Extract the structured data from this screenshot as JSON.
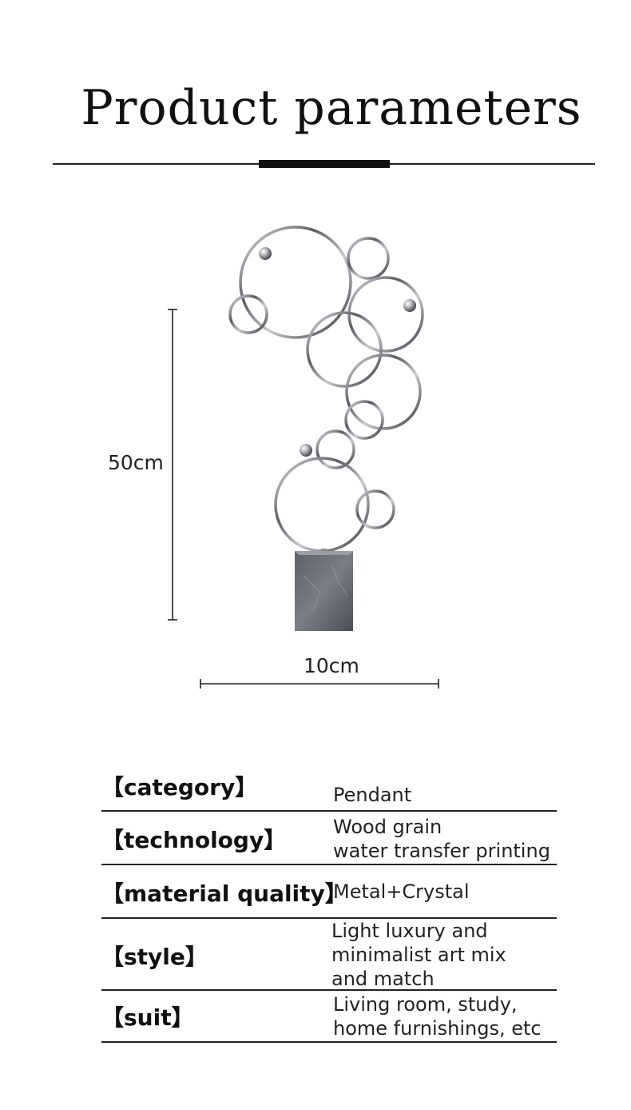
{
  "header": {
    "title": "Product parameters"
  },
  "dimensions": {
    "height": "50cm",
    "width": "10cm"
  },
  "params": [
    {
      "key": "【category】",
      "value": "Pendant"
    },
    {
      "key": "【technology】",
      "value": "Wood grain\nwater transfer printing"
    },
    {
      "key": "【material quality】",
      "value": "Metal+Crystal"
    },
    {
      "key": "【style】",
      "value": "Light luxury and\nminimalist art mix\nand match"
    },
    {
      "key": "【suit】",
      "value": "Living room, study,\nhome furnishings, etc"
    }
  ]
}
